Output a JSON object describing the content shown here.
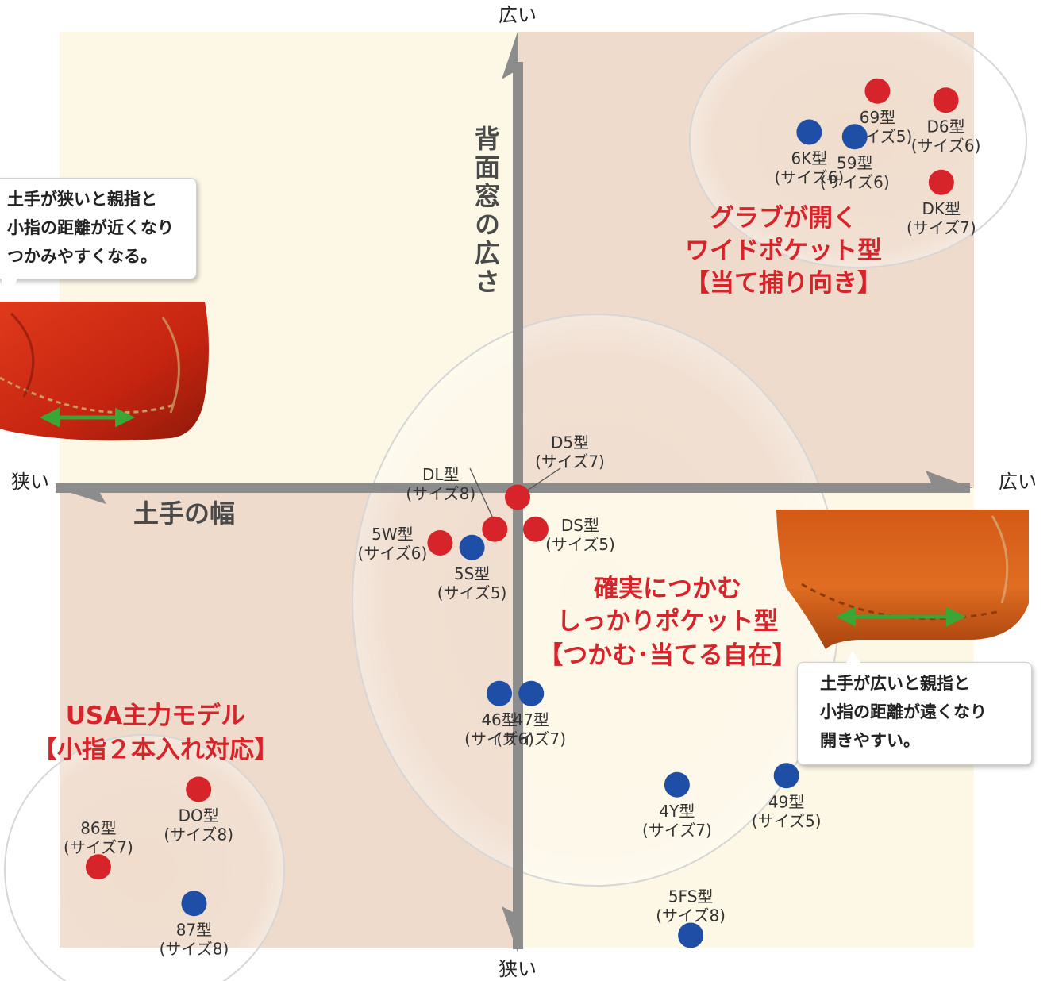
{
  "axes": {
    "y_top": "広い",
    "y_bottom": "狭い",
    "x_left": "狭い",
    "x_right": "広い",
    "y_title": "背面窓の広さ",
    "x_title": "土手の幅"
  },
  "categories": [
    {
      "id": "wide",
      "lines": [
        "グラブが開く",
        "ワイドポケット型",
        "【当て捕り向き】"
      ]
    },
    {
      "id": "firm",
      "lines": [
        "確実につかむ",
        "しっかりポケット型",
        "【つかむ･当てる自在】"
      ]
    },
    {
      "id": "usa",
      "lines": [
        "USA主力モデル",
        "【小指２本入れ対応】"
      ]
    }
  ],
  "callouts": {
    "narrow": [
      "土手が狭いと親指と",
      "小指の距離が近くなり",
      "つかみやすくなる。"
    ],
    "wide": [
      "土手が広いと親指と",
      "小指の距離が遠くなり",
      "開きやすい。"
    ]
  },
  "colors": {
    "red_dot": "#d7232a",
    "blue_dot": "#1e4ea6",
    "quad_light": "#fdf7e6",
    "quad_dark": "#efdbcb",
    "axis": "#8c8c8c",
    "category_text": "#d7232a"
  },
  "chart_data": {
    "type": "scatter",
    "x_axis": {
      "label": "土手の幅",
      "low": "狭い",
      "high": "広い"
    },
    "y_axis": {
      "label": "背面窓の広さ",
      "low": "狭い",
      "high": "広い"
    },
    "points": [
      {
        "name": "69型",
        "size": "(サイズ5)",
        "color": "red",
        "x": 0.79,
        "y": 0.87
      },
      {
        "name": "D6型",
        "size": "(サイズ6)",
        "color": "red",
        "x": 0.94,
        "y": 0.85
      },
      {
        "name": "6K型",
        "size": "(サイズ6)",
        "color": "blue",
        "x": 0.64,
        "y": 0.78
      },
      {
        "name": "59型",
        "size": "(サイズ6)",
        "color": "blue",
        "x": 0.74,
        "y": 0.77
      },
      {
        "name": "DK型",
        "size": "(サイズ7)",
        "color": "red",
        "x": 0.93,
        "y": 0.67
      },
      {
        "name": "DL型",
        "size": "(サイズ8)",
        "color": "red",
        "x": -0.05,
        "y": -0.09
      },
      {
        "name": "D5型",
        "size": "(サイズ7)",
        "color": "red",
        "x": 0.0,
        "y": -0.02
      },
      {
        "name": "DS型",
        "size": "(サイズ5)",
        "color": "red",
        "x": 0.04,
        "y": -0.09
      },
      {
        "name": "5W型",
        "size": "(サイズ6)",
        "color": "red",
        "x": -0.17,
        "y": -0.12
      },
      {
        "name": "5S型",
        "size": "(サイズ5)",
        "color": "blue",
        "x": -0.1,
        "y": -0.13
      },
      {
        "name": "46型",
        "size": "(サイズ6)",
        "color": "blue",
        "x": -0.04,
        "y": -0.45
      },
      {
        "name": "47型",
        "size": "(サイズ7)",
        "color": "blue",
        "x": 0.03,
        "y": -0.45
      },
      {
        "name": "4Y型",
        "size": "(サイズ7)",
        "color": "blue",
        "x": 0.35,
        "y": -0.65
      },
      {
        "name": "49型",
        "size": "(サイズ5)",
        "color": "blue",
        "x": 0.59,
        "y": -0.63
      },
      {
        "name": "5FS型",
        "size": "(サイズ8)",
        "color": "blue",
        "x": 0.38,
        "y": -0.98
      },
      {
        "name": "DO型",
        "size": "(サイズ8)",
        "color": "red",
        "x": -0.7,
        "y": -0.66
      },
      {
        "name": "86型",
        "size": "(サイズ7)",
        "color": "red",
        "x": -0.92,
        "y": -0.83
      },
      {
        "name": "87型",
        "size": "(サイズ8)",
        "color": "blue",
        "x": -0.71,
        "y": -0.91
      }
    ]
  }
}
